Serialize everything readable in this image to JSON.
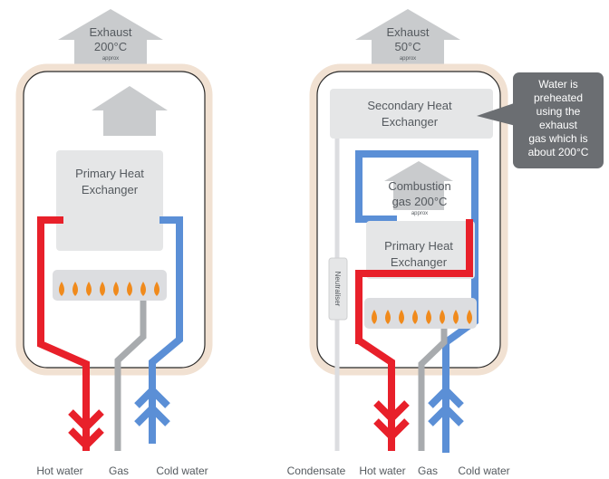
{
  "left": {
    "exhaust": {
      "title": "Exhaust",
      "temp": "200°C",
      "approx": "approx"
    },
    "primary": {
      "line1": "Primary Heat",
      "line2": "Exchanger"
    },
    "labels": {
      "hot": "Hot water",
      "gas": "Gas",
      "cold": "Cold water"
    }
  },
  "right": {
    "exhaust": {
      "title": "Exhaust",
      "temp": "50°C",
      "approx": "approx"
    },
    "secondary": {
      "line1": "Secondary Heat",
      "line2": "Exchanger"
    },
    "combustion": {
      "line1": "Combustion",
      "line2": "gas 200°C",
      "approx": "approx"
    },
    "primary": {
      "line1": "Primary Heat",
      "line2": "Exchanger"
    },
    "neutraliser": "Neutraliser",
    "callout": [
      "Water is",
      "preheated",
      "using the",
      "exhaust",
      "gas which is",
      "about 200°C"
    ],
    "labels": {
      "condensate": "Condensate",
      "hot": "Hot water",
      "gas": "Gas",
      "cold": "Cold water"
    }
  },
  "colors": {
    "hot": "#e8202a",
    "cold": "#5b8fd6",
    "gas": "#a8abae",
    "casing": "#f1e1d2",
    "callout": "#6b6e72",
    "flame": "#f08a1c"
  }
}
